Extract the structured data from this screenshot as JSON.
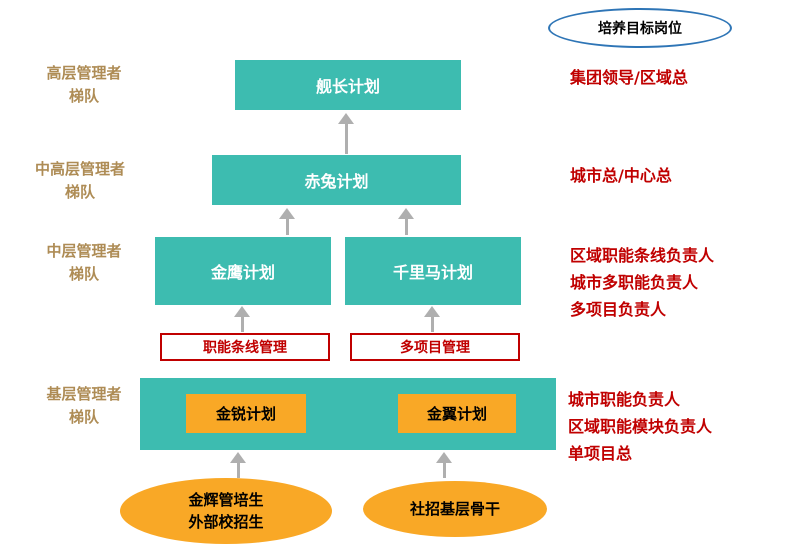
{
  "badge": {
    "label": "培养目标岗位"
  },
  "tiers": [
    {
      "label": "高层管理者\n梯队",
      "target": "集团领导/区域总"
    },
    {
      "label": "中高层管理者\n梯队",
      "target": "城市总/中心总"
    },
    {
      "label": "中层管理者\n梯队",
      "target": "区域职能条线负责人\n城市多职能负责人\n多项目负责人"
    },
    {
      "label": "基层管理者\n梯队",
      "target": "城市职能负责人\n区域职能模块负责人\n单项目总"
    }
  ],
  "plans": {
    "captain": "舰长计划",
    "chitu": "赤兔计划",
    "golden_eagle": "金鹰计划",
    "qianlima": "千里马计划",
    "jinrui": "金锐计划",
    "jinyi": "金翼计划"
  },
  "management_tracks": {
    "functional": "职能条线管理",
    "multi_project": "多项目管理"
  },
  "sources": {
    "campus": "金辉管培生\n外部校招生",
    "social": "社招基层骨干"
  },
  "colors": {
    "teal": "#3DBCB0",
    "orange": "#F9A826",
    "red": "#C00000",
    "tan": "#AE8C55",
    "blue_border": "#2E75B6",
    "arrow_gray": "#AFAFAF"
  }
}
